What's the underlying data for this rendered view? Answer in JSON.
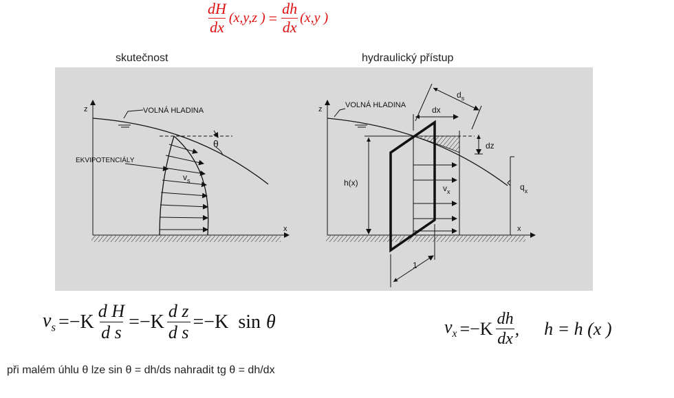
{
  "top_equation": {
    "lhs_num": "dH",
    "lhs_den": "dx",
    "lhs_args": "(x,y,z )",
    "eq": "=",
    "rhs_num": "dh",
    "rhs_den": "dx",
    "rhs_args": "(x,y )"
  },
  "captions": {
    "left": "skutečnost",
    "right": "hydraulický přístup"
  },
  "left_panel": {
    "z_label": "z",
    "x_label": "x",
    "free_surface": "VOLNÁ HLADINA",
    "equipotentials": "EKVIPOTENCIÁLY",
    "theta": "θ",
    "vs": "v",
    "vs_sub": "s"
  },
  "right_panel": {
    "z_label": "z",
    "x_label": "x",
    "free_surface": "VOLNÁ HLADINA",
    "ds": "d",
    "ds_sub": "s",
    "dx": "dx",
    "dz": "dz",
    "h": "h(x)",
    "vx": "v",
    "vx_sub": "x",
    "q": "q",
    "q_sub": "x",
    "one": "1"
  },
  "bottom_left_equation": {
    "v": "v",
    "v_sub": "s",
    "e1": "=−K",
    "f1_num": "d H",
    "f1_den": "d s",
    "e2": "=−K",
    "f2_num": "d z",
    "f2_den": "d s",
    "e3": "=−K",
    "sin": "sin",
    "theta": "θ"
  },
  "bottom_right_equation": {
    "v": "v",
    "v_sub": "x",
    "e1": "=−K",
    "f_num": "dh",
    "f_den": "dx",
    "comma": ",",
    "h_def": "h = h (x )"
  },
  "note": "při malém úhlu θ lze sin θ = dh/ds nahradit tg θ = dh/dx"
}
